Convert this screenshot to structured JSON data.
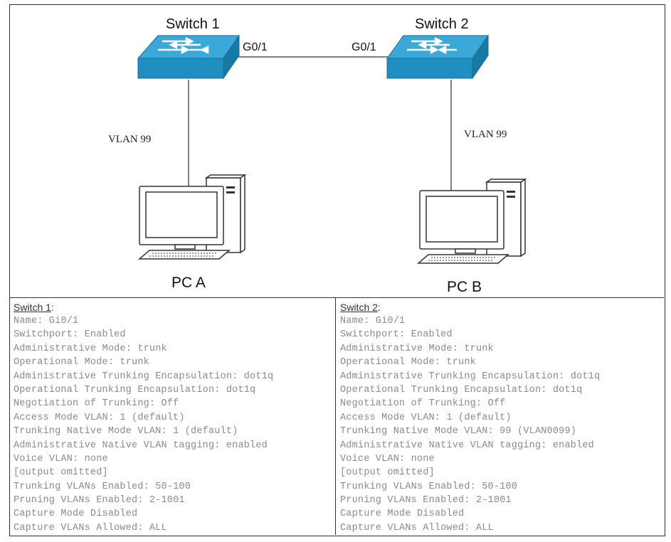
{
  "diagram": {
    "switch1": {
      "title": "Switch 1",
      "port": "G0/1"
    },
    "switch2": {
      "title": "Switch 2",
      "port": "G0/1"
    },
    "vlan_left": "VLAN 99",
    "vlan_right": "VLAN 99",
    "pc_a": "PC A",
    "pc_b": "PC B"
  },
  "colors": {
    "switch_body": "#1e8fc0",
    "switch_top": "#3aa8d8",
    "border": "#333333",
    "config_text": "#8a8a8a"
  },
  "panels": {
    "left": {
      "title": "Switch 1",
      "title_suffix": ":",
      "lines": [
        "Name: Gi0/1",
        "Switchport: Enabled",
        "Administrative Mode: trunk",
        "Operational Mode: trunk",
        "Administrative Trunking Encapsulation: dot1q",
        "Operational Trunking Encapsulation: dot1q",
        "Negotiation of Trunking: Off",
        "Access Mode VLAN: 1 (default)",
        "Trunking Native Mode VLAN: 1 (default)",
        "Administrative Native VLAN tagging: enabled",
        "Voice VLAN: none",
        "[output omitted]",
        "Trunking VLANs Enabled: 50-100",
        "Pruning VLANs Enabled: 2-1001",
        "Capture Mode Disabled",
        "Capture VLANs Allowed: ALL"
      ]
    },
    "right": {
      "title": "Switch 2",
      "title_suffix": ":",
      "lines": [
        "Name: Gi0/1",
        "Switchport: Enabled",
        "Administrative Mode: trunk",
        "Operational Mode: trunk",
        "Administrative Trunking Encapsulation: dot1q",
        "Operational Trunking Encapsulation: dot1q",
        "Negotiation of Trunking: Off",
        "Access Mode VLAN: 1 (default)",
        "Trunking Native Mode VLAN: 99 (VLAN0099)",
        "Administrative Native VLAN tagging: enabled",
        "Voice VLAN: none",
        "[output omitted]",
        "Trunking VLANs Enabled: 50-100",
        "Pruning VLANs Enabled: 2-1001",
        "Capture Mode Disabled",
        "Capture VLANs Allowed: ALL"
      ]
    }
  }
}
